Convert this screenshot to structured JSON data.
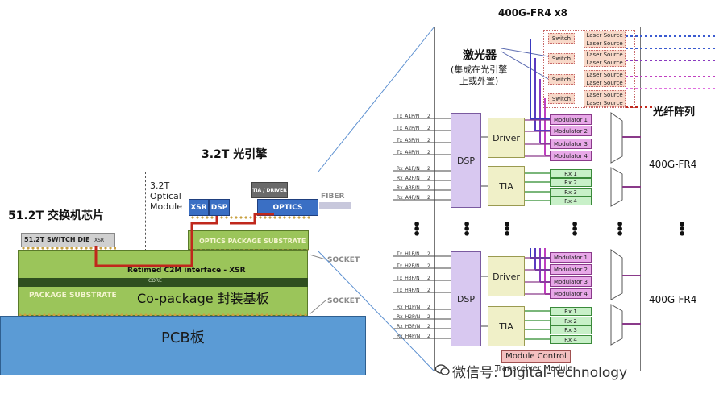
{
  "left": {
    "title_switch": "51.2T 交换机芯片",
    "title_optical_engine": "3.2T 光引擎",
    "optical_module_label": "3.2T\nOptical\nModule",
    "switch_die": "51.2T SWITCH DIE",
    "xsr_small": "XSR",
    "chip_xsr": "XSR",
    "chip_dsp": "DSP",
    "chip_tia_driver": "TIA / DRIVER",
    "chip_optics": "OPTICS",
    "fiber": "FIBER",
    "optics_substrate": "OPTICS PACKAGE SUBSTRATE",
    "c2m_interface": "Retimed C2M interface - XSR",
    "core": "CORE",
    "package_substrate": "PACKAGE SUBSTRATE",
    "copackage": "Co-package 封装基板",
    "socket_top": "SOCKET",
    "socket_bottom": "SOCKET",
    "pcb": "PCB板"
  },
  "right": {
    "header": "400G-FR4 x8",
    "laser_title": "激光器",
    "laser_note": "(集成在光引擎\n上或外置)",
    "fiber_array": "光纤阵列",
    "fr4_top": "400G-FR4",
    "fr4_bottom": "400G-FR4",
    "switch": "Switch",
    "laser_source": "Laser Source\nLaser Source",
    "dsp": "DSP",
    "driver": "Driver",
    "tia": "TIA",
    "modulators": [
      "Modulator 1",
      "Modulator 2",
      "Modulator 3",
      "Modulator 4"
    ],
    "rx": [
      "Rx 1",
      "Rx 2",
      "Rx 3",
      "Rx 4"
    ],
    "tx_a": [
      "Tx_A1P/N",
      "Tx_A2P/N",
      "Tx_A3P/N",
      "Tx_A4P/N"
    ],
    "rx_a": [
      "Rx_A1P/N",
      "Rx_A2P/N",
      "Rx_A3P/N",
      "Rx_A4P/N"
    ],
    "tx_h": [
      "Tx_H1P/N",
      "Tx_H2P/N",
      "Tx_H3P/N",
      "Tx_H4P/N"
    ],
    "rx_h": [
      "Rx_H1P/N",
      "Rx_H2P/N",
      "Rx_H3P/N",
      "Rx_H4P/N"
    ],
    "bus_count": "2",
    "module_control": "Module Control",
    "transceiver_module": "Transceiver Module",
    "watermark": "微信号: Digital-Technology"
  },
  "colors": {
    "pcb": "#5b9bd5",
    "substrate": "#9bc55a",
    "chip_blue": "#3a6fc4",
    "trace_red": "#c0281c",
    "dsp": "#d8c8f0",
    "modulator": "#e8a8e8",
    "rx": "#c8f0c8",
    "laser": "#f8d8c8"
  }
}
